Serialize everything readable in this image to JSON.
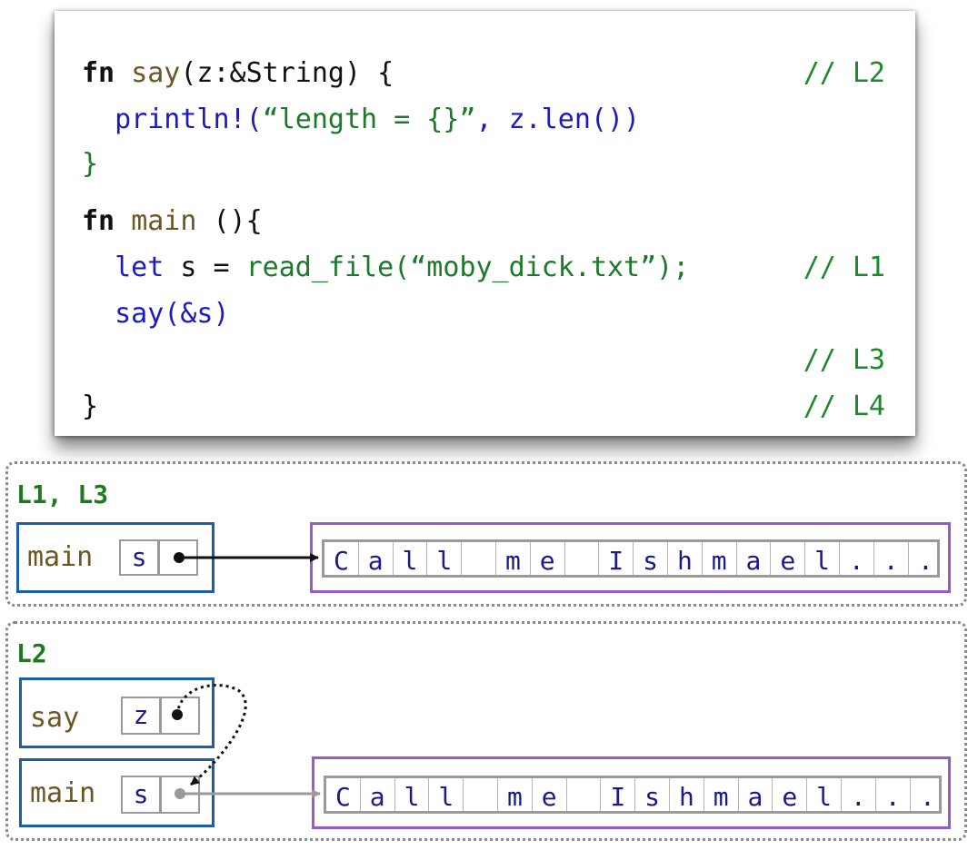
{
  "code": {
    "lines": [
      {
        "parts": [
          {
            "t": "fn",
            "c": "kw"
          },
          {
            "t": " ",
            "c": "plain"
          },
          {
            "t": "say",
            "c": "fnname"
          },
          {
            "t": "(z:&String) {",
            "c": "plain"
          }
        ],
        "comment": "// L2"
      },
      {
        "parts": [
          {
            "t": "  ",
            "c": "plain"
          },
          {
            "t": "println!(",
            "c": "blue"
          },
          {
            "t": "“length = {}”",
            "c": "green"
          },
          {
            "t": ", ",
            "c": "blue"
          },
          {
            "t": "z.len())",
            "c": "blue"
          }
        ],
        "comment": ""
      },
      {
        "parts": [
          {
            "t": "}",
            "c": "green"
          }
        ],
        "comment": ""
      },
      {
        "parts": [
          {
            "t": "fn",
            "c": "kw"
          },
          {
            "t": " ",
            "c": "plain"
          },
          {
            "t": "main",
            "c": "fnname"
          },
          {
            "t": " (){",
            "c": "plain"
          }
        ],
        "comment": ""
      },
      {
        "parts": [
          {
            "t": "  ",
            "c": "plain"
          },
          {
            "t": "let",
            "c": "blue"
          },
          {
            "t": " s = ",
            "c": "plain"
          },
          {
            "t": "read_file(“moby_dick.txt”);",
            "c": "green"
          }
        ],
        "comment": "// L1"
      },
      {
        "parts": [
          {
            "t": "  ",
            "c": "plain"
          },
          {
            "t": "say(&s)",
            "c": "blue"
          }
        ],
        "comment": ""
      },
      {
        "parts": [],
        "comment": "// L3"
      },
      {
        "parts": [
          {
            "t": "}",
            "c": "plain"
          }
        ],
        "comment": "// L4"
      }
    ]
  },
  "panel1": {
    "title": "L1, L3",
    "frame_name": "main",
    "var": "s",
    "heap_chars": [
      "C",
      "a",
      "l",
      "l",
      " ",
      "m",
      "e",
      " ",
      "I",
      "s",
      "h",
      "m",
      "a",
      "e",
      "l",
      ".",
      ".",
      "."
    ]
  },
  "panel2": {
    "title": "L2",
    "say_frame_name": "say",
    "say_var": "z",
    "main_frame_name": "main",
    "main_var": "s",
    "heap_chars": [
      "C",
      "a",
      "l",
      "l",
      " ",
      "m",
      "e",
      " ",
      "I",
      "s",
      "h",
      "m",
      "a",
      "e",
      "l",
      ".",
      ".",
      "."
    ]
  },
  "colors": {
    "frame_border": "#1a5fad",
    "heap_border": "#9b59d0",
    "label_green": "#1f7a1f",
    "owner_arrow": "#111111",
    "borrowed_arrow": "#9a9a9a"
  }
}
